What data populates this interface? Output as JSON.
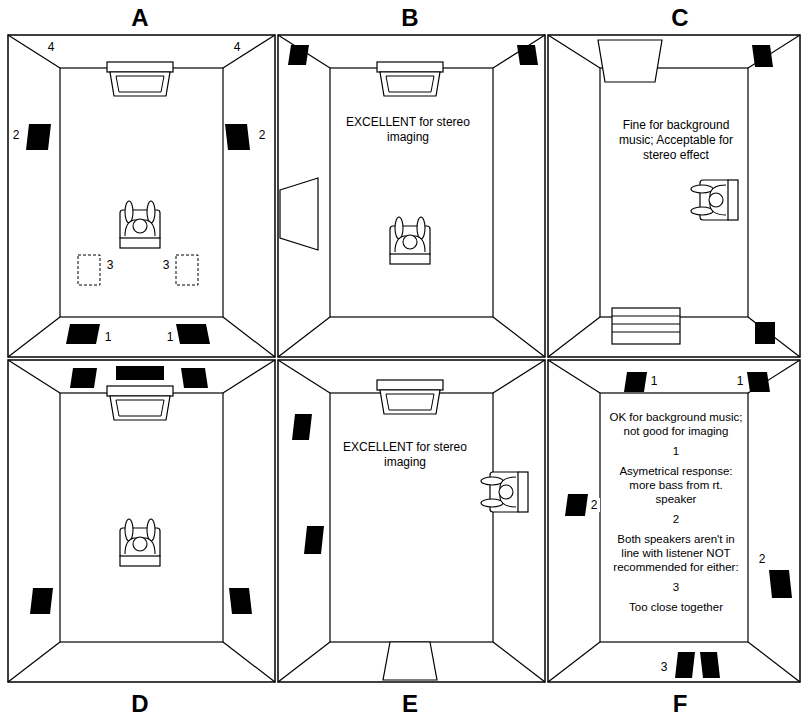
{
  "diagram": {
    "labels": [
      "A",
      "B",
      "C",
      "4",
      "4",
      "2",
      "2",
      "3",
      "3",
      "1",
      "1",
      "EXCELLENT for stereo imaging",
      "Fine for background music; Acceptable for stereo effect",
      "EXCELLENT for stereo imaging",
      "1",
      "1",
      "OK for background music; not good for imaging",
      "1",
      "Asymetrical response: more bass from rt. speaker",
      "2",
      "Both speakers aren't in line with listener NOT recommended for either:",
      "3",
      "Too close together",
      "2",
      "2",
      "3",
      "D",
      "E",
      "F"
    ]
  }
}
